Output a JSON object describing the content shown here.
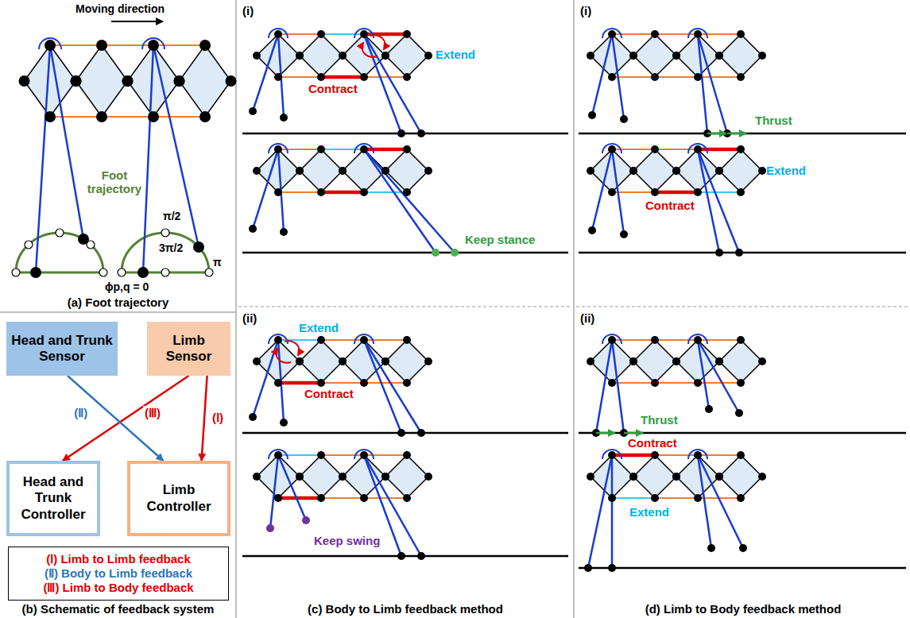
{
  "diagram": {
    "nodes": [
      {
        "text": [
          "Head and Trunk Sensor"
        ]
      },
      {
        "text": [
          "Limb Sensor"
        ]
      },
      {
        "text": [
          "Head and Trunk Controller"
        ]
      },
      {
        "text": [
          "Limb Controller"
        ]
      },
      {
        "text": [
          "(Ⅰ) Limb to Limb feedback",
          "(Ⅱ) Body to Limb feedback",
          "(Ⅲ) Limb to Body feedback"
        ]
      }
    ],
    "edges": [
      {
        "from": 1,
        "to": 2,
        "arrow": "to",
        "label": "(Ⅲ)"
      },
      {
        "from": 0,
        "to": 3,
        "arrow": "to",
        "label": "(Ⅱ)"
      },
      {
        "from": 1,
        "to": 3,
        "arrow": "to",
        "label": "(Ⅰ)"
      }
    ],
    "labels": [
      "Moving direction",
      "Foot trajectory",
      "π/2",
      "3π/2",
      "π",
      "ϕp,q = 0",
      "(a) Foot trajectory",
      "(b) Schematic of feedback system",
      "(i)",
      "Contract",
      "Extend",
      "Keep stance",
      "(ii)",
      "Extend",
      "Contract",
      "Keep swing",
      "(c) Body to Limb feedback method",
      "(i)",
      "Thrust",
      "Contract",
      "Extend",
      "(ii)",
      "Thrust",
      "Contract",
      "Extend",
      "(d) Limb to Body feedback method"
    ]
  }
}
